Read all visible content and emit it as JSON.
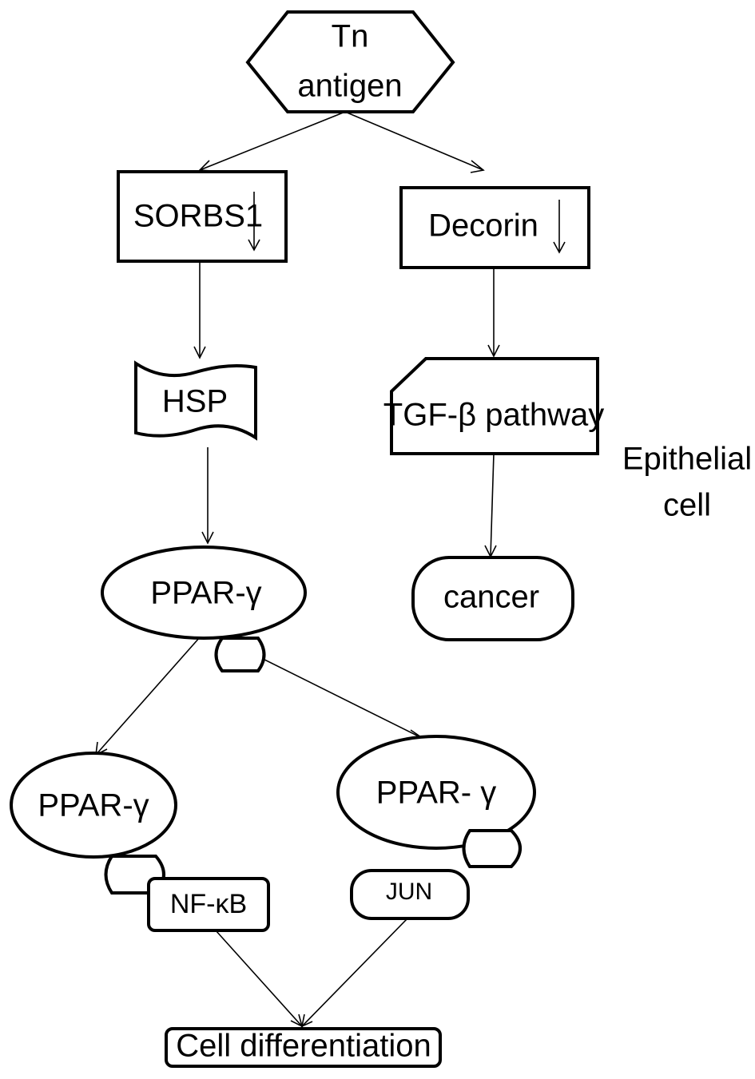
{
  "nodes": {
    "tn_antigen": {
      "line1": "Tn",
      "line2": "antigen"
    },
    "sorbs1": {
      "label": "SORBS1"
    },
    "decorin": {
      "label": "Decorin"
    },
    "hsp": {
      "label": "HSP"
    },
    "tgf_beta": {
      "label": "TGF-β pathway"
    },
    "ppar_top": {
      "label": "PPAR-γ"
    },
    "cancer": {
      "label": "cancer"
    },
    "ppar_left": {
      "label": "PPAR-γ"
    },
    "ppar_right": {
      "label": "PPAR- γ"
    },
    "nfkb": {
      "label": "NF-κB"
    },
    "jun": {
      "label": "JUN"
    },
    "cell_diff": {
      "label": "Cell differentiation"
    }
  },
  "side_label": {
    "line1": "Epithelial",
    "line2": "cell"
  }
}
